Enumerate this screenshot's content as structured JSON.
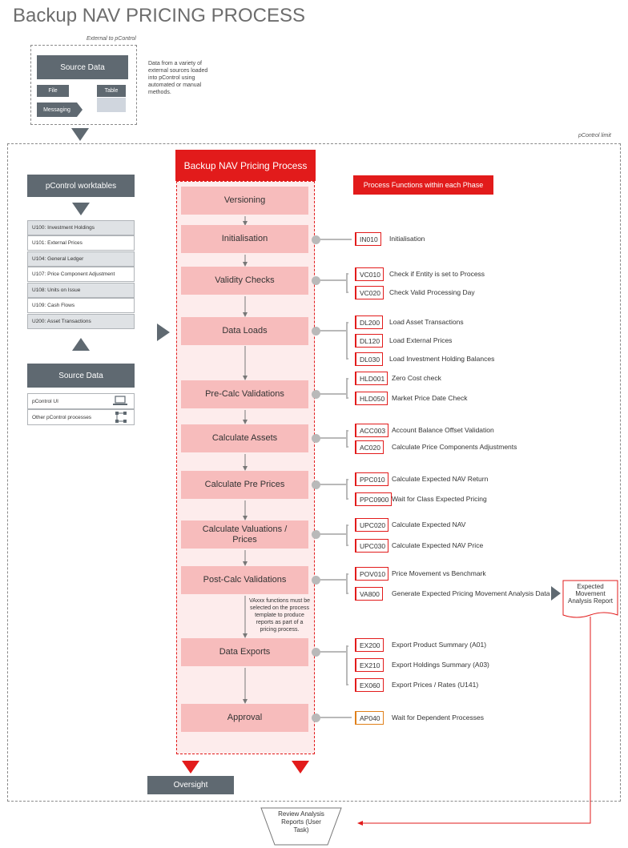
{
  "title": "Backup NAV PRICING PROCESS",
  "external_label": "External to pControl",
  "pcontrol_limit_label": "pControl limit",
  "source_top": {
    "header": "Source Data",
    "file": "File",
    "table": "Table",
    "messaging": "Messaging",
    "note": "Data from a variety of external sources loaded into pControl using automated or manual methods."
  },
  "worktables": {
    "header": "pControl worktables",
    "rows": [
      "U100: Investment Holdings",
      "U101: External Prices",
      "U104: General Ledger",
      "U107: Price Component Adjustment",
      "U108: Units on Issue",
      "U109: Cash Flows",
      "U200: Asset Transactions"
    ]
  },
  "source_bottom": {
    "header": "Source Data",
    "rows": [
      "pControl UI",
      "Other pControl processes"
    ]
  },
  "process": {
    "header": "Backup NAV Pricing Process",
    "phases": [
      "Versioning",
      "Initialisation",
      "Validity Checks",
      "Data Loads",
      "Pre-Calc Validations",
      "Calculate Assets",
      "Calculate Pre Prices",
      "Calculate Valuations / Prices",
      "Post-Calc Validations",
      "Data Exports",
      "Approval"
    ],
    "vaxxx_note": "VAxxx functions must be selected on the process template to produce reports as part of a pricing process."
  },
  "functions_header": "Process Functions within each Phase",
  "functions": [
    {
      "code": "IN010",
      "label": "Initialisation"
    },
    {
      "code": "VC010",
      "label": "Check if Entity is set to Process"
    },
    {
      "code": "VC020",
      "label": "Check Valid Processing Day"
    },
    {
      "code": "DL200",
      "label": "Load Asset Transactions"
    },
    {
      "code": "DL120",
      "label": "Load External Prices"
    },
    {
      "code": "DL030",
      "label": "Load Investment Holding Balances"
    },
    {
      "code": "HLD001",
      "label": "Zero Cost check"
    },
    {
      "code": "HLD050",
      "label": "Market Price Date Check"
    },
    {
      "code": "ACC003",
      "label": "Account Balance Offset Validation"
    },
    {
      "code": "AC020",
      "label": "Calculate Price Components Adjustments"
    },
    {
      "code": "PPC010",
      "label": "Calculate Expected NAV Return"
    },
    {
      "code": "PPC0900",
      "label": "Wait for Class Expected Pricing"
    },
    {
      "code": "UPC020",
      "label": "Calculate Expected NAV"
    },
    {
      "code": "UPC030",
      "label": "Calculate Expected NAV Price"
    },
    {
      "code": "POV010",
      "label": "Price Movement vs Benchmark"
    },
    {
      "code": "VA800",
      "label": "Generate Expected Pricing Movement Analysis Data"
    },
    {
      "code": "EX200",
      "label": "Export Product Summary (A01)"
    },
    {
      "code": "EX210",
      "label": "Export Holdings Summary (A03)"
    },
    {
      "code": "EX060",
      "label": "Export Prices / Rates (U141)"
    },
    {
      "code": "AP040",
      "label": "Wait for Dependent Processes"
    }
  ],
  "report_doc": "Expected Movement Analysis Report",
  "oversight": "Oversight",
  "review": "Review Analysis Reports (User Task)",
  "colors": {
    "accent_red": "#e21b1b",
    "phase_pink": "#f7bcbc",
    "slate": "#5f6971"
  }
}
